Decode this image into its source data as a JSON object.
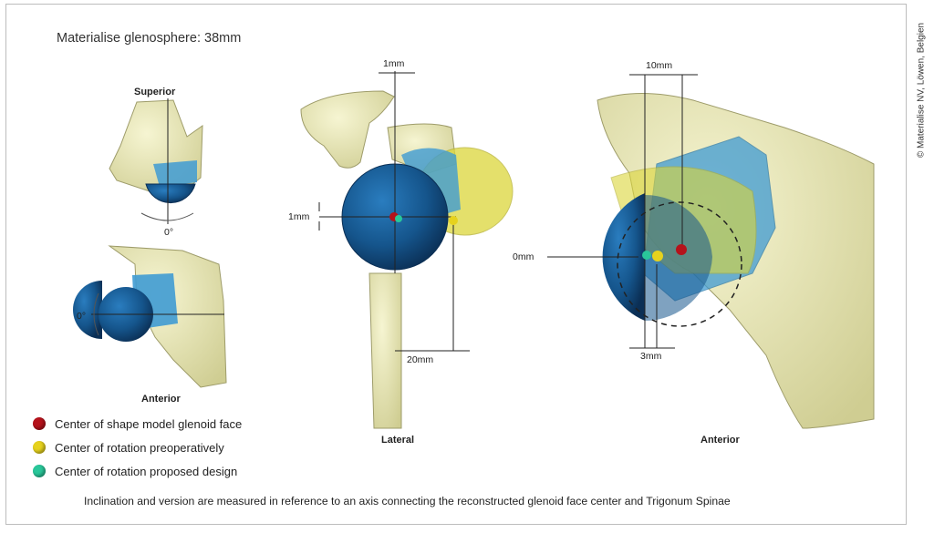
{
  "title": "Materialise glenosphere: 38mm",
  "views": {
    "superior": "Superior",
    "anterior_small": "Anterior",
    "lateral": "Lateral",
    "anterior_large": "Anterior"
  },
  "angles": {
    "superior_angle": "0°",
    "anterior_angle": "0°"
  },
  "measurements": {
    "lateral_top": "1mm",
    "lateral_left": "1mm",
    "lateral_bottom": "20mm",
    "anterior_top": "10mm",
    "anterior_left": "0mm",
    "anterior_bottom": "3mm"
  },
  "legend": [
    {
      "label": "Center of shape model glenoid face",
      "color": "#b5121b"
    },
    {
      "label": "Center of rotation preoperatively",
      "color": "#e6d21e"
    },
    {
      "label": "Center of rotation proposed design",
      "color": "#29c79a"
    }
  ],
  "caption": "Inclination and version are measured in reference to an axis connecting the reconstructed glenoid face center and Trigonum Spinae",
  "copyright": "© Materialise NV, Löwen, Belgien",
  "colors": {
    "bone": "#ecebb7",
    "sphere": "#14558c",
    "translucent_blue": "#3f9bd3",
    "translucent_yellow": "#dcd63a"
  }
}
